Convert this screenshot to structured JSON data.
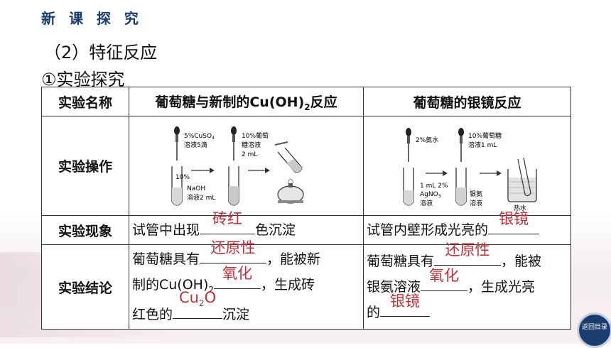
{
  "header": {
    "title": "新 课 探 究"
  },
  "subtitle": "（2）特征反应",
  "section": "①实验探究",
  "table": {
    "col_headers": {
      "name": "实验名称",
      "exp1": "葡萄糖与新制的Cu(OH)",
      "exp1_sub": "2",
      "exp1_tail": "反应",
      "exp2": "葡萄糖的银镜反应"
    },
    "rows": {
      "operation": "实验操作",
      "phenomenon": "实验现象",
      "conclusion": "实验结论"
    },
    "exp1_diagram": {
      "reagent1_a": "5%CuSO",
      "reagent1_sub": "4",
      "reagent1_b": "溶液5滴",
      "reagent2_a": "10%葡萄",
      "reagent2_b": "糖溶液",
      "reagent2_c": "2 mL",
      "tube_a": "10%",
      "tube_b": "NaOH",
      "tube_c": "溶液2 mL"
    },
    "exp2_diagram": {
      "reagent1": "2%氨水",
      "reagent2_a": "10%葡萄糖",
      "reagent2_b": "溶液1 mL",
      "tube_a": "1 mL 2%",
      "tube_b": "AgNO",
      "tube_sub": "3",
      "tube_c": "溶液",
      "tube2_a": "银氨",
      "tube2_b": "溶液",
      "bath": "热水"
    },
    "exp1_phenomenon": {
      "pre": "试管中出现",
      "answer": "砖红",
      "post": "色沉淀"
    },
    "exp2_phenomenon": {
      "pre": "试管内壁形成光亮的",
      "answer": "银镜"
    },
    "exp1_conclusion": {
      "l1_pre": "葡萄糖具有",
      "l1_answer": "还原性",
      "l1_post": "，能被新",
      "l2_pre": "制的Cu(OH)",
      "l2_sub": "2",
      "l2_answer": "氧化",
      "l2_post": "，生成砖",
      "l3_pre": "红色的",
      "l3_answer_a": "Cu",
      "l3_answer_sub": "2",
      "l3_answer_b": "O",
      "l3_post": "沉淀"
    },
    "exp2_conclusion": {
      "l1_pre": "葡萄糖具有",
      "l1_answer": "还原性",
      "l1_post": "，能被",
      "l2_pre": "银氨溶液",
      "l2_answer": "氧化",
      "l2_post": "，生成光亮",
      "l3_pre": "的",
      "l3_answer": "银镜"
    }
  },
  "nav": {
    "back_label": "返回目录"
  }
}
